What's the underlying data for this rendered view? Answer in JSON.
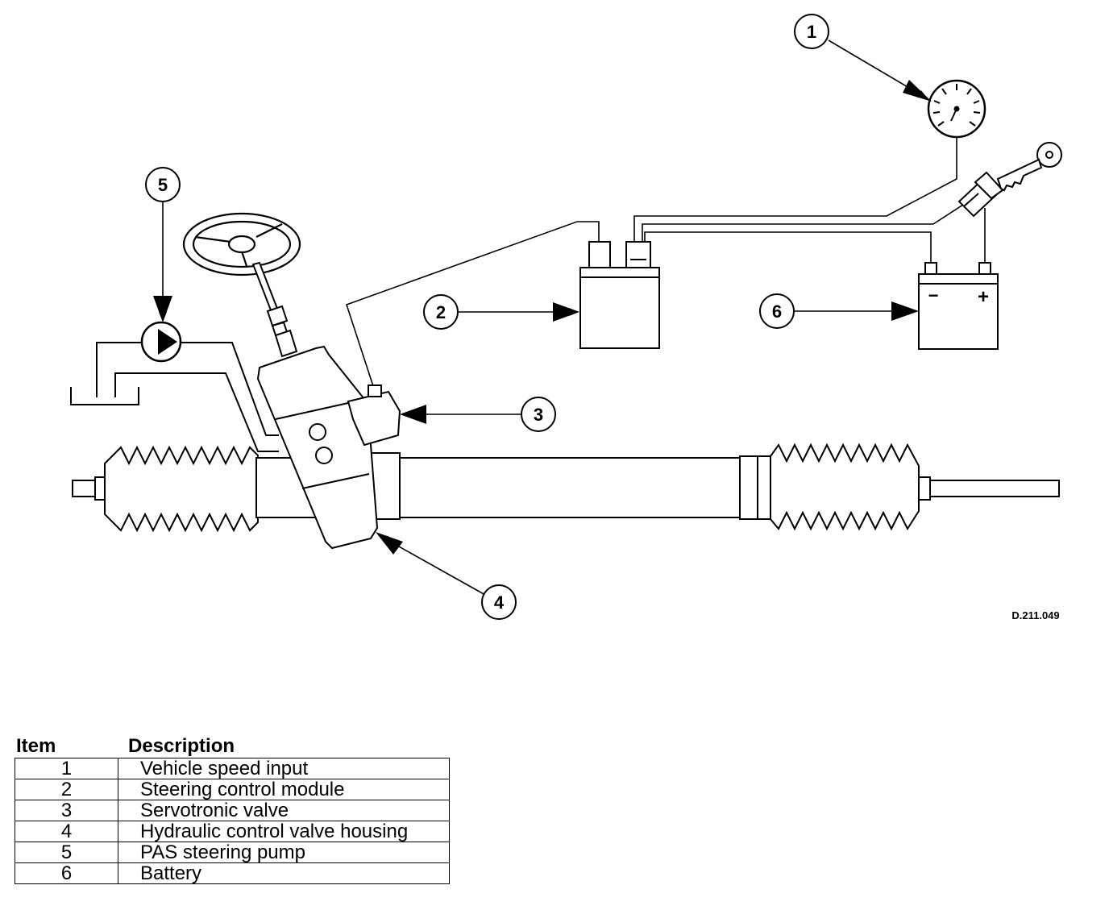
{
  "diagram": {
    "reference_code": "D.211.049",
    "callouts": [
      "1",
      "2",
      "3",
      "4",
      "5",
      "6"
    ],
    "battery_terminals": {
      "negative": "−",
      "positive": "+"
    },
    "module_connector_mark": "—",
    "icons": [
      "speedometer-icon",
      "ignition-key-icon",
      "ignition-switch-icon",
      "pump-icon",
      "battery-icon",
      "steering-wheel-icon"
    ]
  },
  "legend": {
    "header_item": "Item",
    "header_description": "Description",
    "rows": [
      {
        "item": "1",
        "description": "Vehicle speed input"
      },
      {
        "item": "2",
        "description": "Steering control module"
      },
      {
        "item": "3",
        "description": "Servotronic valve"
      },
      {
        "item": "4",
        "description": "Hydraulic control valve housing"
      },
      {
        "item": "5",
        "description": "PAS steering pump"
      },
      {
        "item": "6",
        "description": "Battery"
      }
    ]
  }
}
